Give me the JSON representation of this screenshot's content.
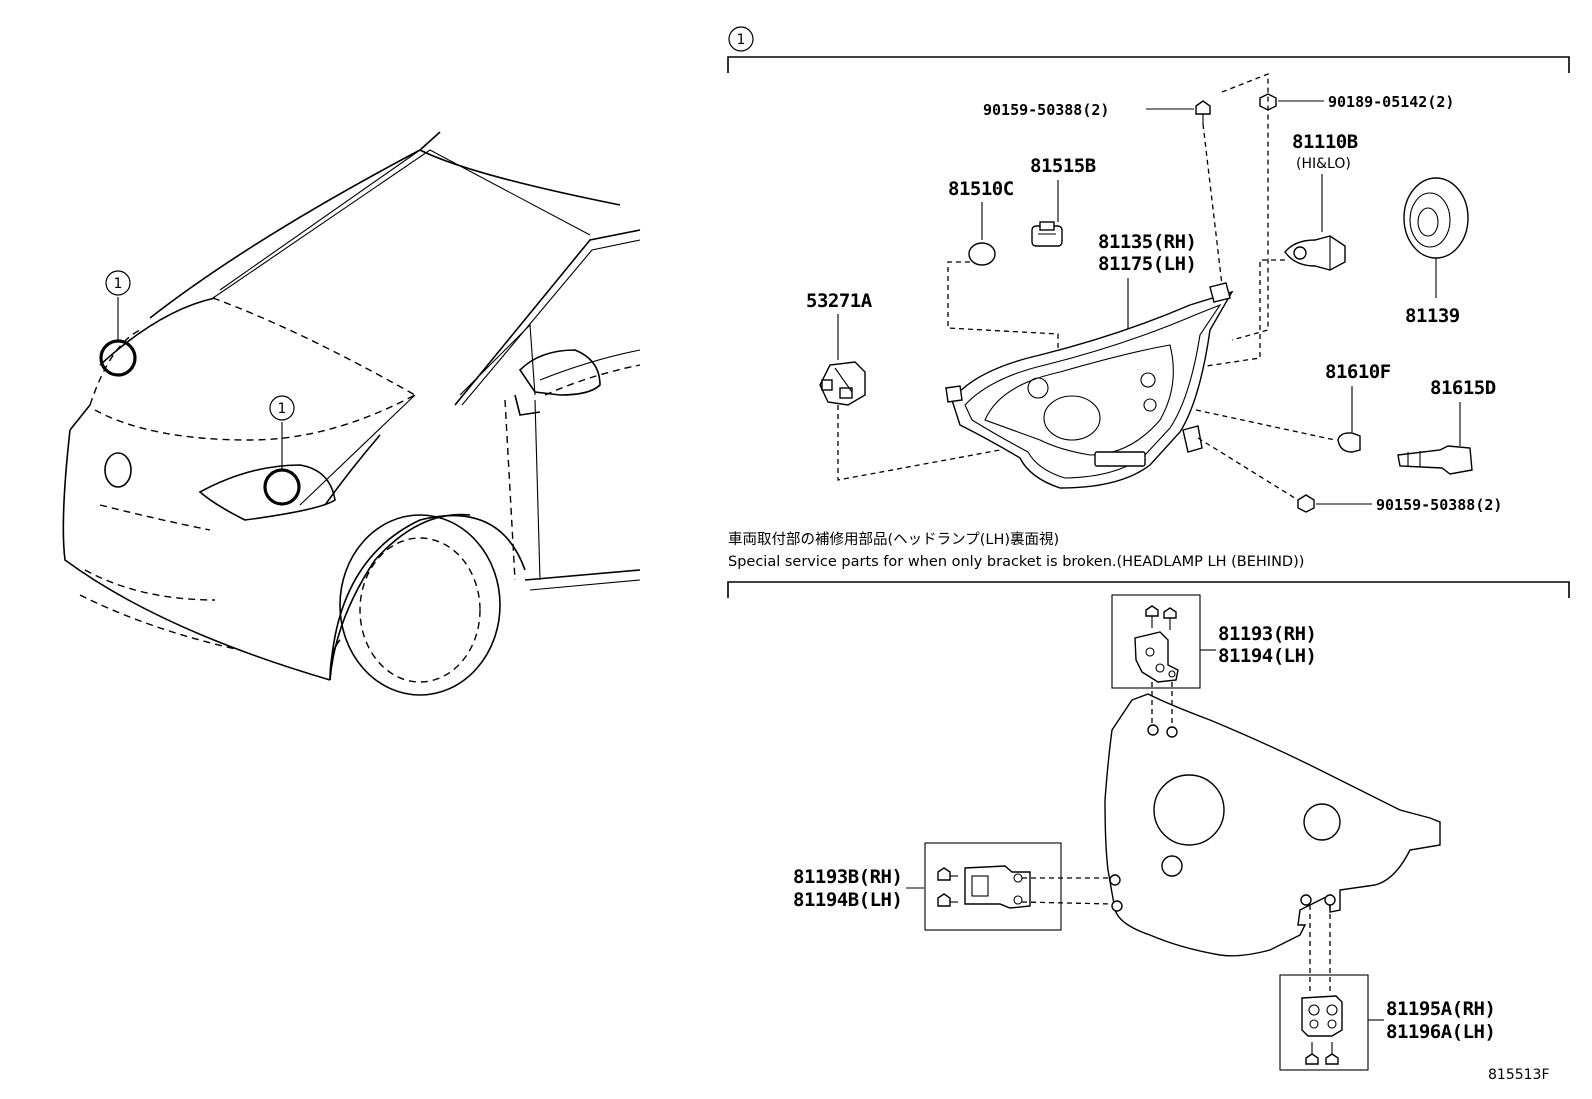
{
  "section_marker": "1",
  "labels": {
    "p90159_top": "90159-50388(2)",
    "p90189": "90189-05142(2)",
    "p81110b": "81110B",
    "p81110b_note": "(HI&LO)",
    "p81515b": "81515B",
    "p81510c": "81510C",
    "p81135": "81135(RH)",
    "p81175": "81175(LH)",
    "p53271a": "53271A",
    "p81139": "81139",
    "p81610f": "81610F",
    "p81615d": "81615D",
    "p90159_bottom": "90159-50388(2)",
    "p81193": "81193(RH)",
    "p81194": "81194(LH)",
    "p81193b": "81193B(RH)",
    "p81194b": "81194B(LH)",
    "p81195a": "81195A(RH)",
    "p81196a": "81196A(LH)"
  },
  "service_note_jp": "車両取付部の補修用部品(ヘッドランプ(LH)裏面視)",
  "service_note_en": "Special service parts for when only bracket is broken.(HEADLAMP LH (BEHIND))",
  "figure_code": "815513F"
}
